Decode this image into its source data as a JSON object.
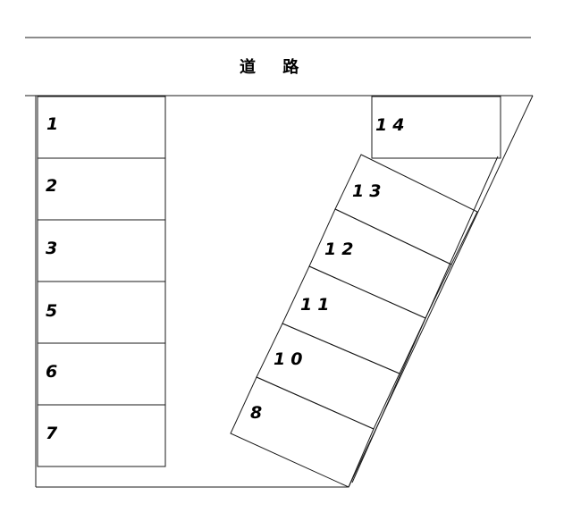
{
  "road_label": "道 路",
  "stalls": [
    {
      "id": "s1",
      "label": "1"
    },
    {
      "id": "s2",
      "label": "2"
    },
    {
      "id": "s3",
      "label": "3"
    },
    {
      "id": "s5",
      "label": "5"
    },
    {
      "id": "s6",
      "label": "6"
    },
    {
      "id": "s7",
      "label": "7"
    },
    {
      "id": "s8",
      "label": "8"
    },
    {
      "id": "s10",
      "label": "10"
    },
    {
      "id": "s11",
      "label": "11"
    },
    {
      "id": "s12",
      "label": "12"
    },
    {
      "id": "s13",
      "label": "13"
    },
    {
      "id": "s14",
      "label": "14"
    }
  ]
}
